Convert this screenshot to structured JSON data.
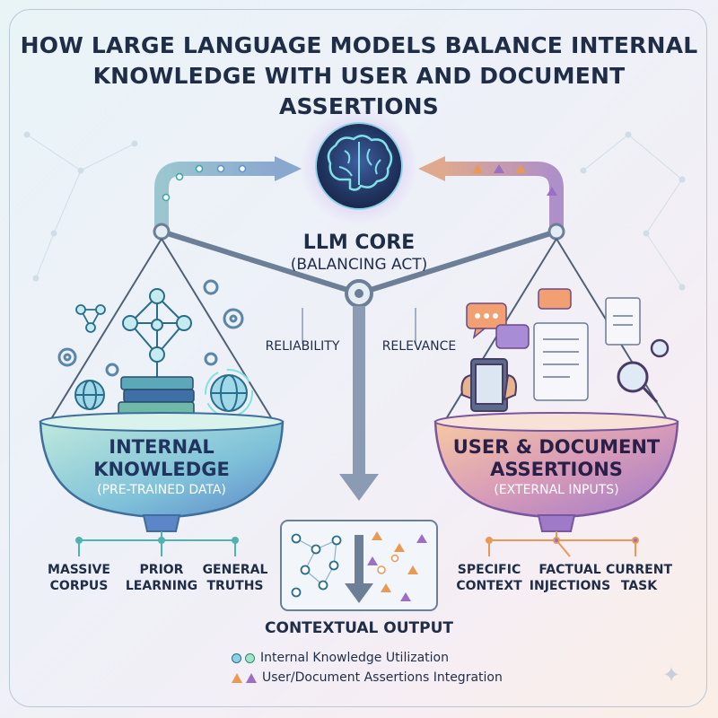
{
  "title": {
    "line1": "HOW LARGE LANGUAGE MODELS BALANCE INTERNAL",
    "line2": "KNOWLEDGE WITH USER AND DOCUMENT ASSERTIONS"
  },
  "core": {
    "title": "LLM CORE",
    "subtitle": "(BALANCING ACT)",
    "icon": "brain-icon"
  },
  "beam": {
    "left_label": "RELIABILITY",
    "right_label": "RELEVANCE"
  },
  "left_bowl": {
    "title_line1": "INTERNAL",
    "title_line2": "KNOWLEDGE",
    "subtitle": "(PRE-TRAINED DATA)",
    "icons": [
      "network-icon",
      "books-icon",
      "globe-icon",
      "gear-icon"
    ],
    "leaves": [
      {
        "line1": "MASSIVE",
        "line2": "CORPUS"
      },
      {
        "line1": "PRIOR",
        "line2": "LEARNING"
      },
      {
        "line1": "GENERAL",
        "line2": "TRUTHS"
      }
    ]
  },
  "right_bowl": {
    "title_line1": "USER & DOCUMENT",
    "title_line2": "ASSERTIONS",
    "subtitle": "(EXTERNAL INPUTS)",
    "icons": [
      "chat-bubble-icon",
      "document-icon",
      "tablet-icon",
      "magnifier-icon"
    ],
    "leaves": [
      {
        "line1": "SPECIFIC",
        "line2": "CONTEXT"
      },
      {
        "line1": "FACTUAL",
        "line2": "INJECTIONS"
      },
      {
        "line1": "CURRENT",
        "line2": "TASK"
      }
    ]
  },
  "output": {
    "title": "CONTEXTUAL OUTPUT"
  },
  "legend": [
    {
      "marker": "circles",
      "label": "Internal Knowledge Utilization"
    },
    {
      "marker": "triangles",
      "label": "User/Document Assertions Integration"
    }
  ],
  "colors": {
    "title": "#1f2d47",
    "internal_teal": "#3aa6a8",
    "internal_blue": "#5b8fd6",
    "external_orange": "#e89a55",
    "external_purple": "#9a6fc4"
  }
}
